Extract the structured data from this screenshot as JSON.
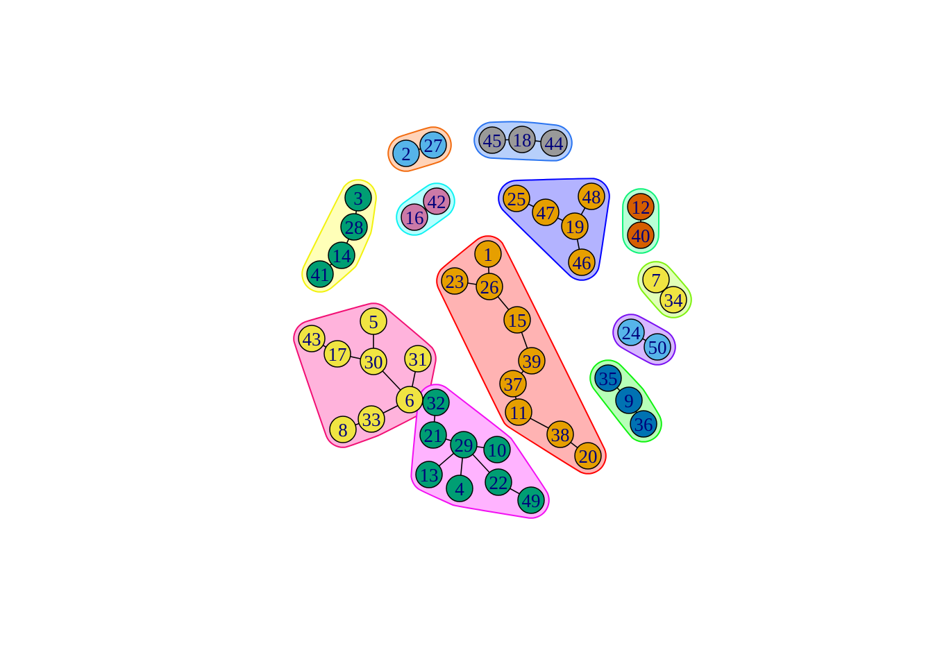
{
  "colors": {
    "orange": "#E69F00",
    "green": "#009E73",
    "yellow": "#F0E442",
    "skyblue": "#56B4E9",
    "purple": "#CC79A7",
    "grey": "#999999",
    "vermillion": "#D55E00",
    "blue": "#0072B2"
  },
  "nodes": [
    {
      "id": "1",
      "color": "orange"
    },
    {
      "id": "23",
      "color": "orange"
    },
    {
      "id": "26",
      "color": "orange"
    },
    {
      "id": "15",
      "color": "orange"
    },
    {
      "id": "39",
      "color": "orange"
    },
    {
      "id": "37",
      "color": "orange"
    },
    {
      "id": "11",
      "color": "orange"
    },
    {
      "id": "38",
      "color": "orange"
    },
    {
      "id": "20",
      "color": "orange"
    },
    {
      "id": "25",
      "color": "orange"
    },
    {
      "id": "47",
      "color": "orange"
    },
    {
      "id": "48",
      "color": "orange"
    },
    {
      "id": "19",
      "color": "orange"
    },
    {
      "id": "46",
      "color": "orange"
    },
    {
      "id": "3",
      "color": "green"
    },
    {
      "id": "28",
      "color": "green"
    },
    {
      "id": "14",
      "color": "green"
    },
    {
      "id": "41",
      "color": "green"
    },
    {
      "id": "32",
      "color": "green"
    },
    {
      "id": "21",
      "color": "green"
    },
    {
      "id": "29",
      "color": "green"
    },
    {
      "id": "10",
      "color": "green"
    },
    {
      "id": "13",
      "color": "green"
    },
    {
      "id": "4",
      "color": "green"
    },
    {
      "id": "22",
      "color": "green"
    },
    {
      "id": "49",
      "color": "green"
    },
    {
      "id": "5",
      "color": "yellow"
    },
    {
      "id": "43",
      "color": "yellow"
    },
    {
      "id": "17",
      "color": "yellow"
    },
    {
      "id": "30",
      "color": "yellow"
    },
    {
      "id": "31",
      "color": "yellow"
    },
    {
      "id": "6",
      "color": "yellow"
    },
    {
      "id": "33",
      "color": "yellow"
    },
    {
      "id": "8",
      "color": "yellow"
    },
    {
      "id": "7",
      "color": "yellow"
    },
    {
      "id": "34",
      "color": "yellow"
    },
    {
      "id": "2",
      "color": "skyblue"
    },
    {
      "id": "27",
      "color": "skyblue"
    },
    {
      "id": "24",
      "color": "skyblue"
    },
    {
      "id": "50",
      "color": "skyblue"
    },
    {
      "id": "16",
      "color": "purple"
    },
    {
      "id": "42",
      "color": "purple"
    },
    {
      "id": "45",
      "color": "grey"
    },
    {
      "id": "18",
      "color": "grey"
    },
    {
      "id": "44",
      "color": "grey"
    },
    {
      "id": "12",
      "color": "vermillion"
    },
    {
      "id": "40",
      "color": "vermillion"
    },
    {
      "id": "35",
      "color": "blue"
    },
    {
      "id": "9",
      "color": "blue"
    },
    {
      "id": "36",
      "color": "blue"
    }
  ],
  "edges": [
    [
      "1",
      "26"
    ],
    [
      "23",
      "26"
    ],
    [
      "26",
      "15"
    ],
    [
      "15",
      "39"
    ],
    [
      "39",
      "37"
    ],
    [
      "37",
      "11"
    ],
    [
      "11",
      "38"
    ],
    [
      "38",
      "20"
    ],
    [
      "25",
      "47"
    ],
    [
      "47",
      "19"
    ],
    [
      "48",
      "19"
    ],
    [
      "19",
      "46"
    ],
    [
      "2",
      "27"
    ],
    [
      "45",
      "18"
    ],
    [
      "18",
      "44"
    ],
    [
      "16",
      "42"
    ],
    [
      "12",
      "40"
    ],
    [
      "7",
      "34"
    ],
    [
      "24",
      "50"
    ],
    [
      "35",
      "9"
    ],
    [
      "9",
      "36"
    ],
    [
      "3",
      "28"
    ],
    [
      "28",
      "14"
    ],
    [
      "14",
      "41"
    ],
    [
      "5",
      "30"
    ],
    [
      "43",
      "17"
    ],
    [
      "17",
      "30"
    ],
    [
      "30",
      "6"
    ],
    [
      "31",
      "6"
    ],
    [
      "6",
      "33"
    ],
    [
      "33",
      "8"
    ],
    [
      "6",
      "32"
    ],
    [
      "32",
      "21"
    ],
    [
      "21",
      "29"
    ],
    [
      "29",
      "10"
    ],
    [
      "29",
      "13"
    ],
    [
      "29",
      "4"
    ],
    [
      "29",
      "22"
    ],
    [
      "22",
      "49"
    ]
  ],
  "groups": [
    {
      "name": "group-2-27",
      "fill": "#FFD3B8",
      "stroke": "#F26B0F",
      "members": [
        "2",
        "27"
      ]
    },
    {
      "name": "group-45-18-44",
      "fill": "#B7CFFB",
      "stroke": "#2A74F0",
      "members": [
        "45",
        "18",
        "44"
      ]
    },
    {
      "name": "group-3-28-14-41",
      "fill": "#FFFFB8",
      "stroke": "#F2F20F",
      "members": [
        "3",
        "28",
        "14",
        "41"
      ]
    },
    {
      "name": "group-16-42",
      "fill": "#B8FFFF",
      "stroke": "#0FF2F2",
      "members": [
        "16",
        "42"
      ]
    },
    {
      "name": "group-25-47-48-19-46",
      "fill": "#B3B3FF",
      "stroke": "#0000FF",
      "members": [
        "25",
        "47",
        "48",
        "19",
        "46"
      ]
    },
    {
      "name": "group-12-40",
      "fill": "#B8FFD6",
      "stroke": "#0FF27A",
      "members": [
        "12",
        "40"
      ]
    },
    {
      "name": "group-1-chain",
      "fill": "#FFB3B3",
      "stroke": "#FF0000",
      "members": [
        "1",
        "23",
        "26",
        "15",
        "39",
        "37",
        "11",
        "38",
        "20"
      ]
    },
    {
      "name": "group-7-34",
      "fill": "#E1FFB8",
      "stroke": "#7FF20F",
      "members": [
        "7",
        "34"
      ]
    },
    {
      "name": "group-24-50",
      "fill": "#D6B8FF",
      "stroke": "#7A0FF2",
      "members": [
        "24",
        "50"
      ]
    },
    {
      "name": "group-5-6-star",
      "fill": "#FFB3DC",
      "stroke": "#F20F74",
      "members": [
        "5",
        "43",
        "17",
        "30",
        "31",
        "6",
        "33",
        "8"
      ]
    },
    {
      "name": "group-35-9-36",
      "fill": "#B8FFB8",
      "stroke": "#0FF20F",
      "members": [
        "35",
        "9",
        "36"
      ]
    },
    {
      "name": "group-32-29-star",
      "fill": "#FFB3FF",
      "stroke": "#F20FF2",
      "members": [
        "32",
        "21",
        "29",
        "10",
        "13",
        "4",
        "22",
        "49"
      ]
    }
  ]
}
